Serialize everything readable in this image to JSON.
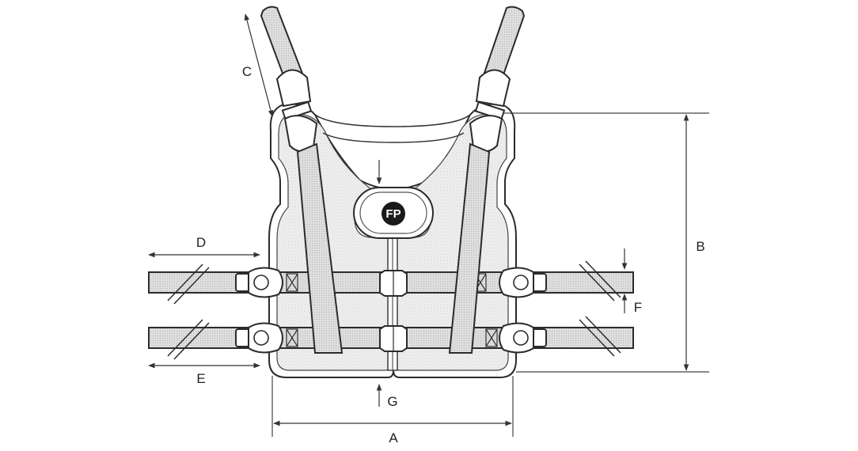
{
  "diagram": {
    "logo_text": "FP",
    "labels": {
      "A": "A",
      "B": "B",
      "C": "C",
      "D": "D",
      "E": "E",
      "F": "F",
      "G": "G"
    },
    "colors": {
      "outline": "#2b2b2b",
      "mesh": "#e9e9e9",
      "strap": "#dadada",
      "logo_fill": "#1a1a1a"
    }
  }
}
